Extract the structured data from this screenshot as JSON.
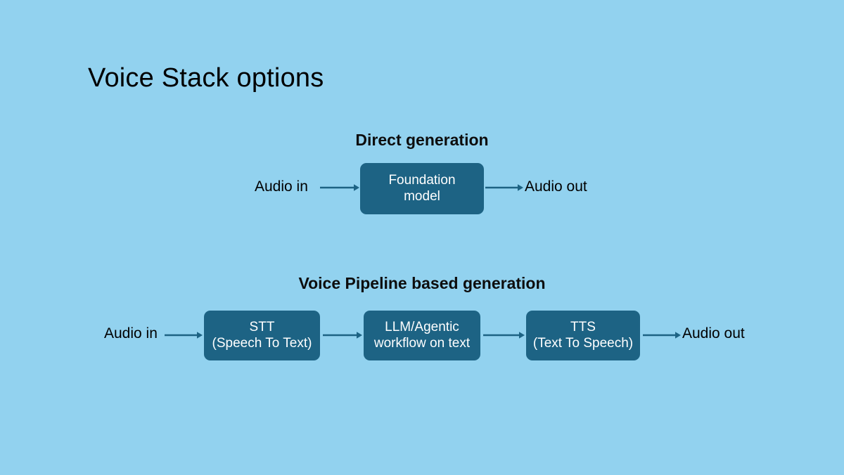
{
  "slide": {
    "title": "Voice Stack options",
    "background_color": "#92d2ef",
    "node_color": "#1d6384",
    "node_text_color": "#ffffff",
    "arrow_color": "#1d6384",
    "heading_color": "#0d0d0d"
  },
  "sections": [
    {
      "heading": "Direct generation",
      "input_label": "Audio in",
      "output_label": "Audio out",
      "nodes": [
        {
          "line1": "Foundation",
          "line2": "model"
        }
      ]
    },
    {
      "heading": "Voice Pipeline based generation",
      "input_label": "Audio in",
      "output_label": "Audio out",
      "nodes": [
        {
          "line1": "STT",
          "line2": "(Speech To Text)"
        },
        {
          "line1": "LLM/Agentic",
          "line2": "workflow on text"
        },
        {
          "line1": "TTS",
          "line2": "(Text To Speech)"
        }
      ]
    }
  ]
}
